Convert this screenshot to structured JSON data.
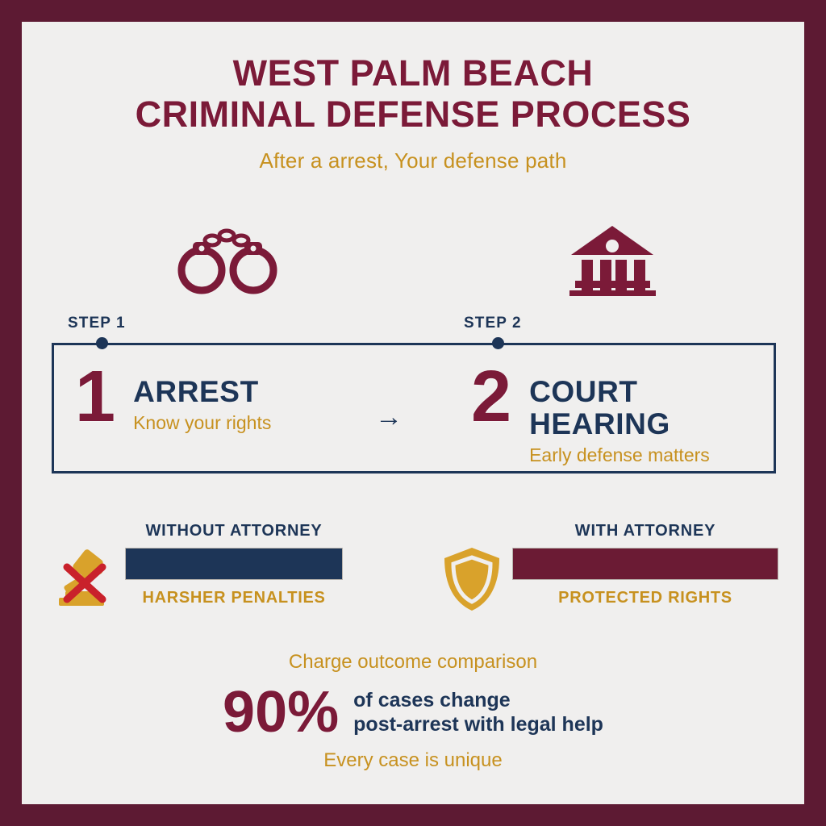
{
  "theme": {
    "frame_color": "#5d1a33",
    "canvas_color": "#f0efee",
    "maroon": "#7b1a38",
    "navy": "#1d3557",
    "gold": "#c7911f",
    "bar_navy": "#1d3557",
    "bar_maroon": "#6b1b34",
    "red_cross": "#c9212b"
  },
  "header": {
    "title_line1": "WEST PALM BEACH",
    "title_line2": "CRIMINAL DEFENSE PROCESS",
    "subtitle": "After a arrest, Your defense path"
  },
  "steps": [
    {
      "tag": "STEP 1",
      "number": "1",
      "name": "ARREST",
      "subtitle": "Know your rights",
      "icon": "handcuffs-icon"
    },
    {
      "tag": "STEP 2",
      "number": "2",
      "name_line1": "COURT",
      "name_line2": "HEARING",
      "subtitle": "Early defense matters",
      "icon": "courthouse-icon"
    }
  ],
  "flow": {
    "arrow": "→"
  },
  "comparison": [
    {
      "label": "WITHOUT ATTORNEY",
      "outcome": "HARSHER PENALTIES",
      "icon": "gavel-crossed-out-icon",
      "bar_color": "#1d3557"
    },
    {
      "label": "WITH ATTORNEY",
      "outcome": "PROTECTED RIGHTS",
      "icon": "shield-icon",
      "bar_color": "#6b1b34"
    }
  ],
  "stat": {
    "caption": "Charge outcome comparison",
    "value": "90%",
    "desc_line1": "of cases change",
    "desc_line2": "post-arrest with legal help",
    "footer": "Every case is unique"
  }
}
